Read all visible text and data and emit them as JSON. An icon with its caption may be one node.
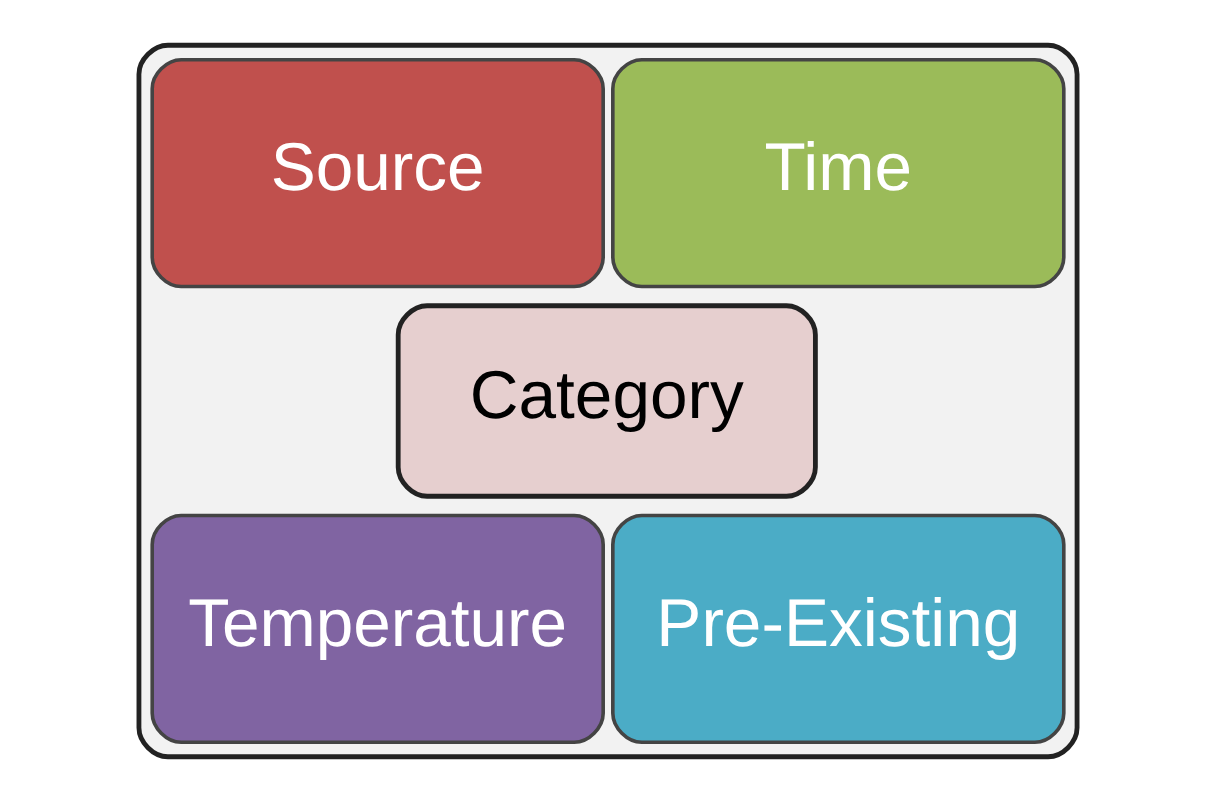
{
  "diagram": {
    "nodes": [
      {
        "text": [],
        "shape": "box"
      },
      {
        "text": [
          "Source"
        ],
        "in": 0
      },
      {
        "text": [
          "Time"
        ],
        "in": 0
      },
      {
        "text": [
          "Category"
        ],
        "in": 0
      },
      {
        "text": [
          "Temperature"
        ],
        "in": 0
      },
      {
        "text": [
          "Pre-Existing"
        ],
        "in": 0
      }
    ],
    "edges": []
  }
}
